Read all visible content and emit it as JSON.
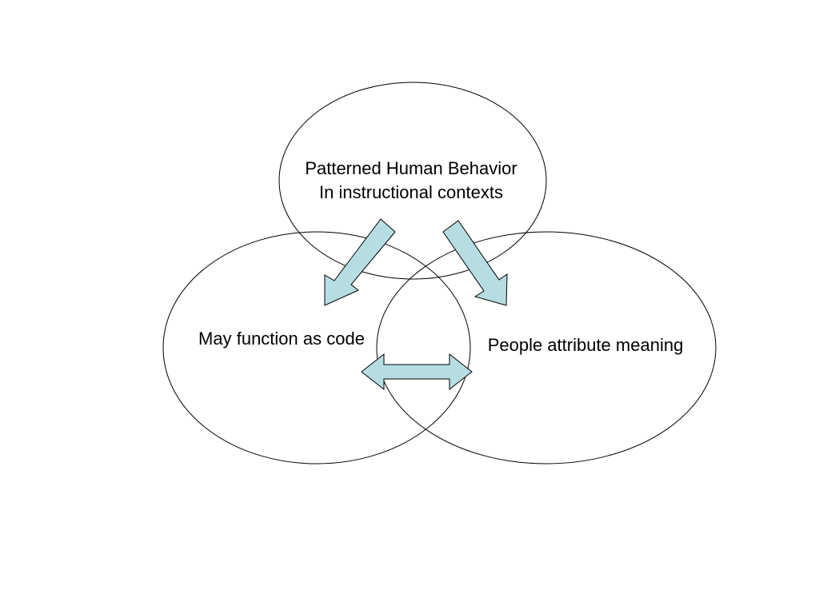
{
  "diagram": {
    "nodes": [
      {
        "id": "top",
        "lines": [
          "Patterned Human Behavior",
          "In instructional contexts"
        ]
      },
      {
        "id": "left",
        "lines": [
          "May function as code"
        ]
      },
      {
        "id": "right",
        "lines": [
          "People attribute meaning"
        ]
      }
    ],
    "edges": [
      {
        "from": "top",
        "to": "left",
        "style": "single-arrow"
      },
      {
        "from": "top",
        "to": "right",
        "style": "single-arrow"
      },
      {
        "from": "left",
        "to": "right",
        "style": "double-arrow"
      }
    ],
    "colors": {
      "arrow_fill": "#b6dde2",
      "outline": "#000000",
      "background": "#ffffff"
    }
  }
}
